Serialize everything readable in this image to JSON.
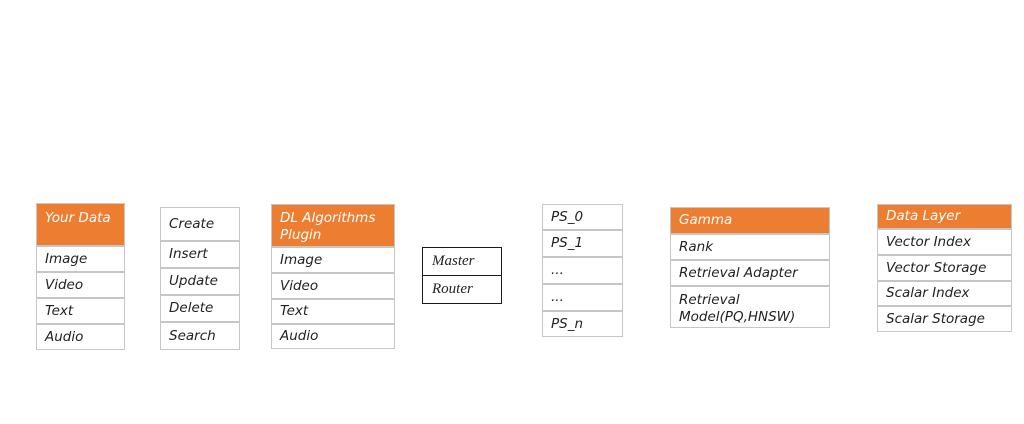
{
  "your_data": {
    "header": "Your Data",
    "items": [
      "Image",
      "Video",
      "Text",
      "Audio"
    ]
  },
  "operations": {
    "items": [
      "Create",
      "Insert",
      "Update",
      "Delete",
      "Search"
    ]
  },
  "dl_plugin": {
    "header": "DL Algorithms Plugin",
    "items": [
      "Image",
      "Video",
      "Text",
      "Audio"
    ]
  },
  "master_router": {
    "items": [
      "Master",
      "Router"
    ]
  },
  "ps": {
    "items": [
      "PS_0",
      "PS_1",
      "...",
      "...",
      "PS_n"
    ]
  },
  "gamma": {
    "header": "Gamma",
    "items": [
      "Rank",
      "Retrieval Adapter",
      "Retrieval Model(PQ,HNSW)"
    ]
  },
  "data_layer": {
    "header": "Data Layer",
    "items": [
      "Vector Index",
      "Vector Storage",
      "Scalar Index",
      "Scalar Storage"
    ]
  },
  "colors": {
    "header_fill": "#ed7d31",
    "border": "#c6c6c6",
    "text": "#222222"
  }
}
